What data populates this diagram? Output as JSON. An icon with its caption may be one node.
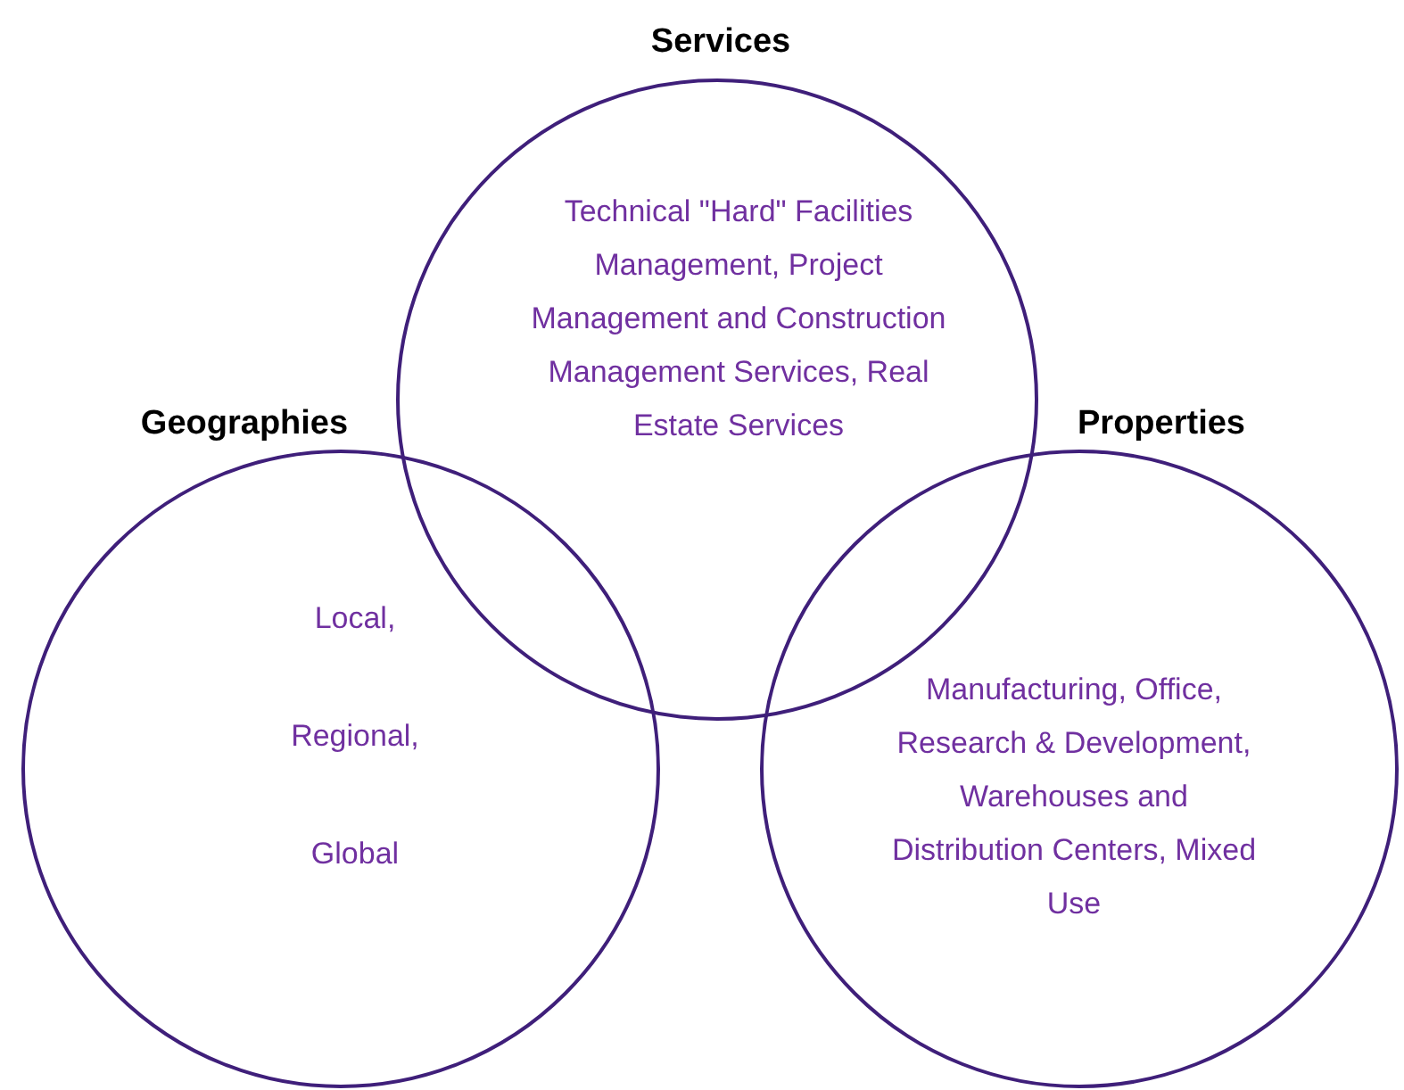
{
  "diagram": {
    "nodes": [
      {
        "text": [
          "Services",
          "Technical \"Hard\" Facilities Management, Project Management and Construction Management Services, Real Estate Services"
        ]
      },
      {
        "text": [
          "Geographies",
          "Local,",
          "Regional,",
          "Global"
        ]
      },
      {
        "text": [
          "Properties",
          "Manufacturing, Office, Research & Development, Warehouses and Distribution Centers, Mixed Use"
        ]
      }
    ]
  }
}
